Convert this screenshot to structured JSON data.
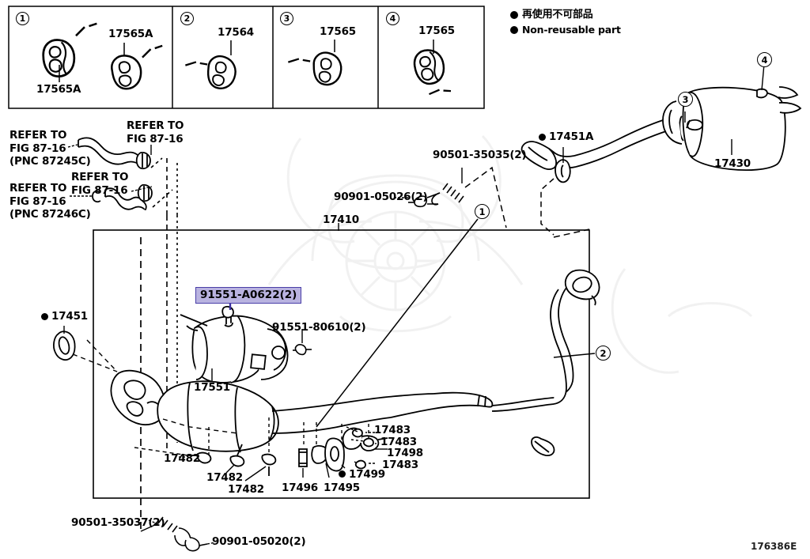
{
  "diagram": {
    "code": "176386E",
    "legend": [
      {
        "marker": "filled-circle",
        "text": "再使用不可部品"
      },
      {
        "marker": "filled-circle",
        "text": "Non-reusable part"
      }
    ],
    "detail_boxes": [
      {
        "callout": "1",
        "labels": [
          "17565A",
          "17565A"
        ]
      },
      {
        "callout": "2",
        "labels": [
          "17564"
        ]
      },
      {
        "callout": "3",
        "labels": [
          "17565"
        ]
      },
      {
        "callout": "4",
        "labels": [
          "17565"
        ]
      }
    ],
    "callouts": [
      {
        "id": "c1",
        "number": "1"
      },
      {
        "id": "c2",
        "number": "2"
      },
      {
        "id": "c3",
        "number": "3"
      },
      {
        "id": "c4",
        "number": "4"
      }
    ],
    "refer_notes": [
      {
        "id": "refer-1",
        "lines": [
          "REFER TO",
          "FIG 87-16",
          "(PNC 87245C)"
        ]
      },
      {
        "id": "refer-2",
        "lines": [
          "REFER TO",
          "FIG 87-16"
        ]
      },
      {
        "id": "refer-3",
        "lines": [
          "REFER TO",
          "FIG 87-16"
        ]
      },
      {
        "id": "refer-4",
        "lines": [
          "REFER TO",
          "FIG 87-16",
          "(PNC 87246C)"
        ]
      }
    ],
    "part_labels": [
      {
        "id": "p-17430",
        "text": "17430",
        "nonreusable": false
      },
      {
        "id": "p-17451A",
        "text": "17451A",
        "nonreusable": true
      },
      {
        "id": "p-17451",
        "text": "17451",
        "nonreusable": true
      },
      {
        "id": "p-17410",
        "text": "17410",
        "nonreusable": false
      },
      {
        "id": "p-17551",
        "text": "17551",
        "nonreusable": false
      },
      {
        "id": "p-90501-35035",
        "text": "90501-35035(2)",
        "nonreusable": false
      },
      {
        "id": "p-90901-05026",
        "text": "90901-05026(2)",
        "nonreusable": false
      },
      {
        "id": "p-91551-80610",
        "text": "91551-80610(2)",
        "nonreusable": false
      },
      {
        "id": "p-17483-a",
        "text": "17483",
        "nonreusable": false
      },
      {
        "id": "p-17483-b",
        "text": "17483",
        "nonreusable": false
      },
      {
        "id": "p-17498",
        "text": "17498",
        "nonreusable": false
      },
      {
        "id": "p-17483-c",
        "text": "17483",
        "nonreusable": false
      },
      {
        "id": "p-17499",
        "text": "17499",
        "nonreusable": true
      },
      {
        "id": "p-17495",
        "text": "17495",
        "nonreusable": false
      },
      {
        "id": "p-17496",
        "text": "17496",
        "nonreusable": false
      },
      {
        "id": "p-17482-a",
        "text": "17482",
        "nonreusable": false
      },
      {
        "id": "p-17482-b",
        "text": "17482",
        "nonreusable": false
      },
      {
        "id": "p-17482-c",
        "text": "17482",
        "nonreusable": false
      },
      {
        "id": "p-90501-35037",
        "text": "90501-35037(2)",
        "nonreusable": false
      },
      {
        "id": "p-90901-05020",
        "text": "90901-05020(2)",
        "nonreusable": false
      }
    ],
    "selected_part": {
      "text": "91551-A0622(2)",
      "fill_color": "#b9b3e0",
      "border_color": "#4a3fa8"
    }
  }
}
